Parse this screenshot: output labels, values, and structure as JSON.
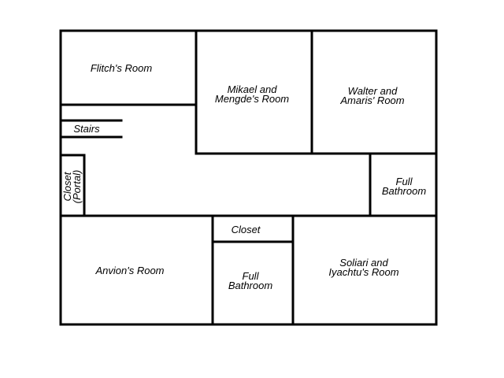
{
  "floorplan": {
    "rooms": {
      "flitch": "Flitch's Room",
      "mikael_mengde": "Mikael and\nMengde's Room",
      "walter_amaris": "Walter and\nAmaris' Room",
      "stairs": "Stairs",
      "closet_portal": "Closet\n(Portal)",
      "full_bathroom_east": "Full\nBathroom",
      "closet_south": "Closet",
      "anvion": "Anvion's Room",
      "full_bathroom_south": "Full\nBathroom",
      "soliari_iyachtu": "Soliari and\nIyachtu's Room"
    }
  }
}
